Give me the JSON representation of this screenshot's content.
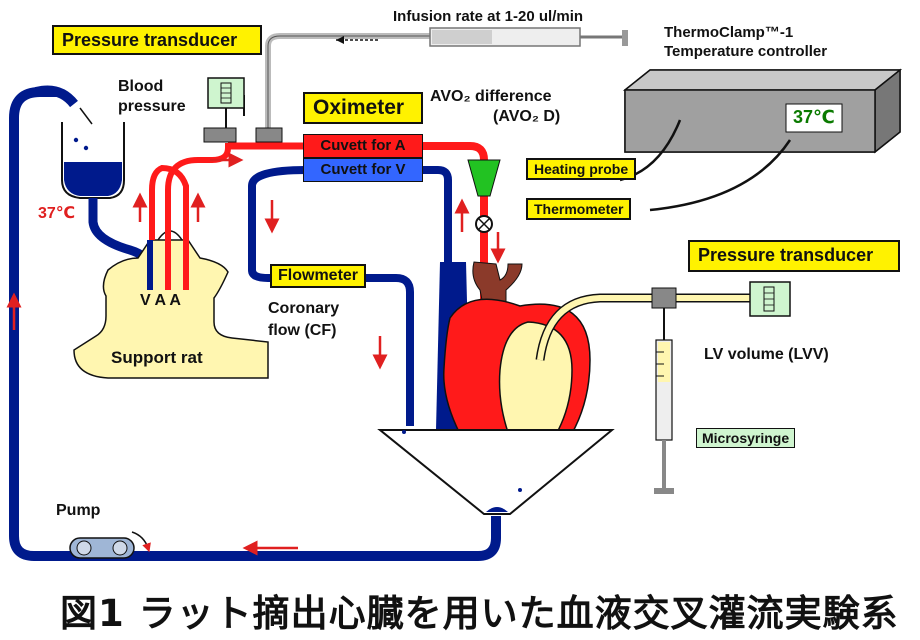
{
  "labels": {
    "pressure_transducer_top": "Pressure transducer",
    "infusion_rate": "Infusion rate  at 1-20 ul/min",
    "thermoclamp_line1": "ThermoClamp™-1",
    "thermoclamp_line2": "Temperature controller",
    "blood_pressure_line1": "Blood",
    "blood_pressure_line2": "pressure",
    "oximeter": "Oximeter",
    "avo2_line1": "AVO₂ difference",
    "avo2_line2": "(AVO₂ D)",
    "temp_display": "37℃",
    "cuvett_a": "Cuvett for A",
    "cuvett_v": "Cuvett for V",
    "heating_probe": "Heating probe",
    "thermometer": "Thermometer",
    "reservoir_temp": "37℃",
    "vaa": "V A A",
    "support_rat": "Support rat",
    "flowmeter": "Flowmeter",
    "coronary_line1": "Coronary",
    "coronary_line2": "flow (CF)",
    "pressure_transducer_right": "Pressure transducer",
    "lv_volume": "LV volume (LVV)",
    "microsyringe": "Microsyringe",
    "pump": "Pump",
    "caption": "図1 ラット摘出心臓を用いた血液交叉灌流実験系"
  },
  "colors": {
    "arterial": "#ff1a1a",
    "venous": "#001a8c",
    "label_box": "#fff200",
    "lv_fill": "#fff6b0",
    "aorta": "#8b3a2a"
  },
  "icons": [
    "pressure-gauge-icon",
    "valve-icon",
    "heating-probe-icon",
    "pump-icon",
    "arrow-icon"
  ]
}
